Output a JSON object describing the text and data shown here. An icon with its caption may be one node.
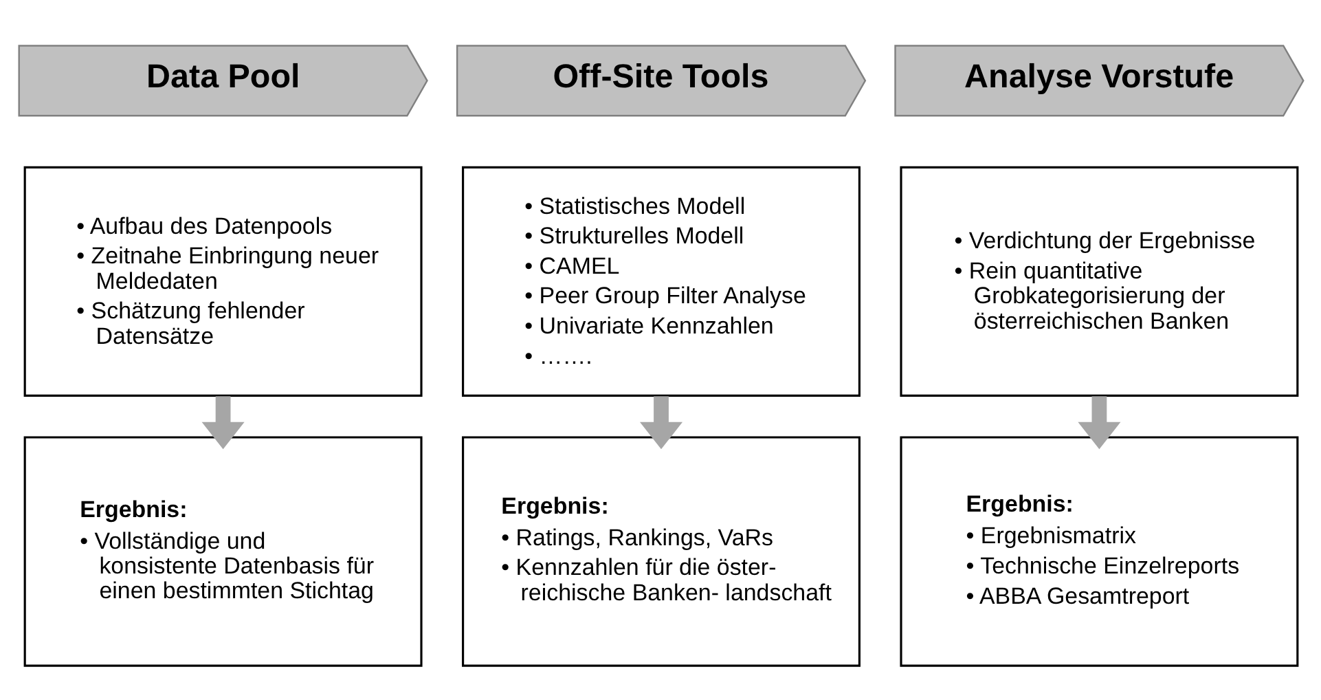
{
  "diagram": {
    "nodes": [
      {
        "text": [
          "Data Pool"
        ]
      },
      {
        "text": [
          "Off-Site Tools"
        ]
      },
      {
        "text": [
          "Analyse Vorstufe"
        ]
      },
      {
        "text": [
          "• Aufbau des Datenpools",
          "• Zeitnahe Einbringung neuer Meldedaten",
          "• Schätzung fehlender Datensätze"
        ]
      },
      {
        "text": [
          "• Statistisches Modell",
          "• Strukturelles Modell",
          "• CAMEL",
          "• Peer Group Filter Analyse",
          "• Univariate Kennzahlen",
          "• ……."
        ]
      },
      {
        "text": [
          "• Verdichtung der Ergebnisse",
          "• Rein quantitative Grobkategorisierung der österreichischen Banken"
        ]
      },
      {
        "text": [
          "Ergebnis:",
          "• Vollständige und konsistente Datenbasis für einen bestimmten Stichtag"
        ]
      },
      {
        "text": [
          "Ergebnis:",
          "• Ratings, Rankings, VaRs",
          "• Kennzahlen für die öster- reichische Banken- landschaft"
        ]
      },
      {
        "text": [
          "Ergebnis:",
          "• Ergebnismatrix",
          "• Technische Einzelreports",
          "• ABBA Gesamtreport"
        ]
      }
    ],
    "edges": [
      {
        "from": 3,
        "to": 6,
        "arrow": "to"
      },
      {
        "from": 4,
        "to": 7,
        "arrow": "to"
      },
      {
        "from": 5,
        "to": 8,
        "arrow": "to"
      }
    ]
  }
}
